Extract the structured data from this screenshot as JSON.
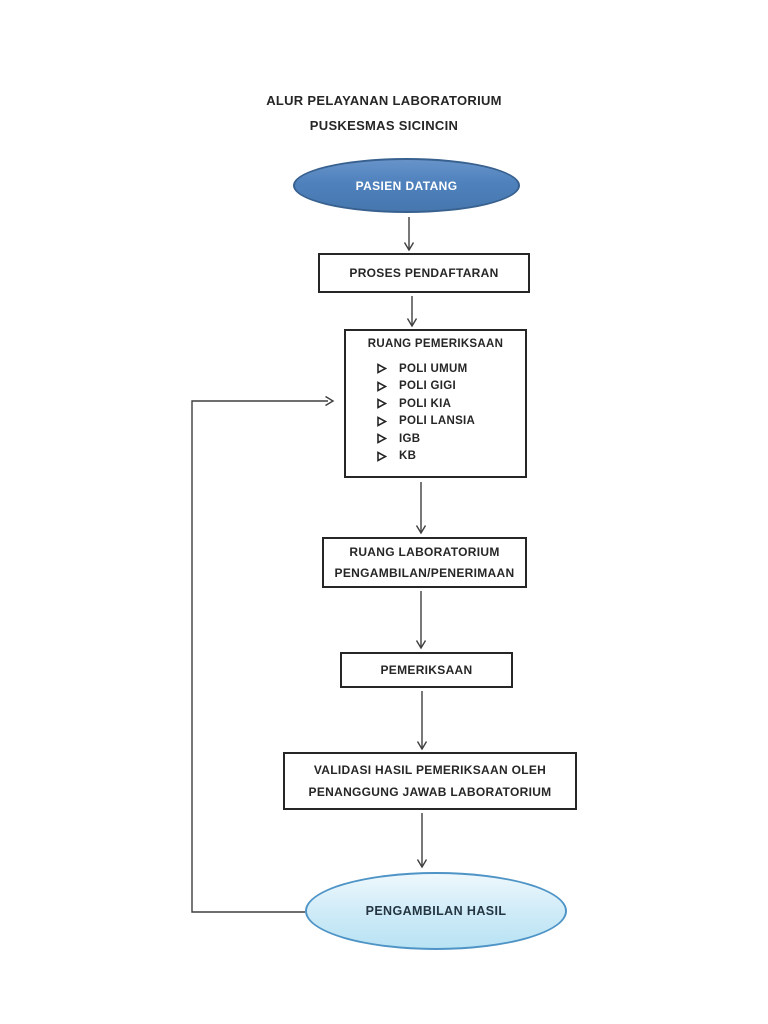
{
  "page": {
    "title_line1": "ALUR PELAYANAN LABORATORIUM",
    "title_line2": "PUSKESMAS SICINCIN"
  },
  "flow": {
    "start": {
      "label": "PASIEN DATANG"
    },
    "registration": {
      "label": "PROSES PENDAFTARAN"
    },
    "exam_room": {
      "title": "RUANG PEMERIKSAAN",
      "items": [
        "POLI UMUM",
        "POLI GIGI",
        "POLI KIA",
        "POLI LANSIA",
        "IGB",
        "KB"
      ]
    },
    "laboratory": {
      "line1": "RUANG LABORATORIUM",
      "line2": "PENGAMBILAN/PENERIMAAN"
    },
    "examination": {
      "label": "PEMERIKSAAN"
    },
    "validation": {
      "line1": "VALIDASI HASIL PEMERIKSAAN OLEH",
      "line2": "PENANGGUNG JAWAB LABORATORIUM"
    },
    "result": {
      "label": "PENGAMBILAN HASIL"
    }
  },
  "colors": {
    "start_fill": "#4f81bd",
    "start_fill_light": "#6793c9",
    "start_fill_dark": "#4677ae",
    "start_border": "#38618f",
    "result_fill_top": "#eef8fd",
    "result_fill_mid": "#cdeaf7",
    "result_fill_bottom": "#b9e3f4",
    "result_border": "#4f94c6",
    "result_text": "#243642",
    "box_border": "#262626",
    "connector": "#3f3f3f"
  }
}
